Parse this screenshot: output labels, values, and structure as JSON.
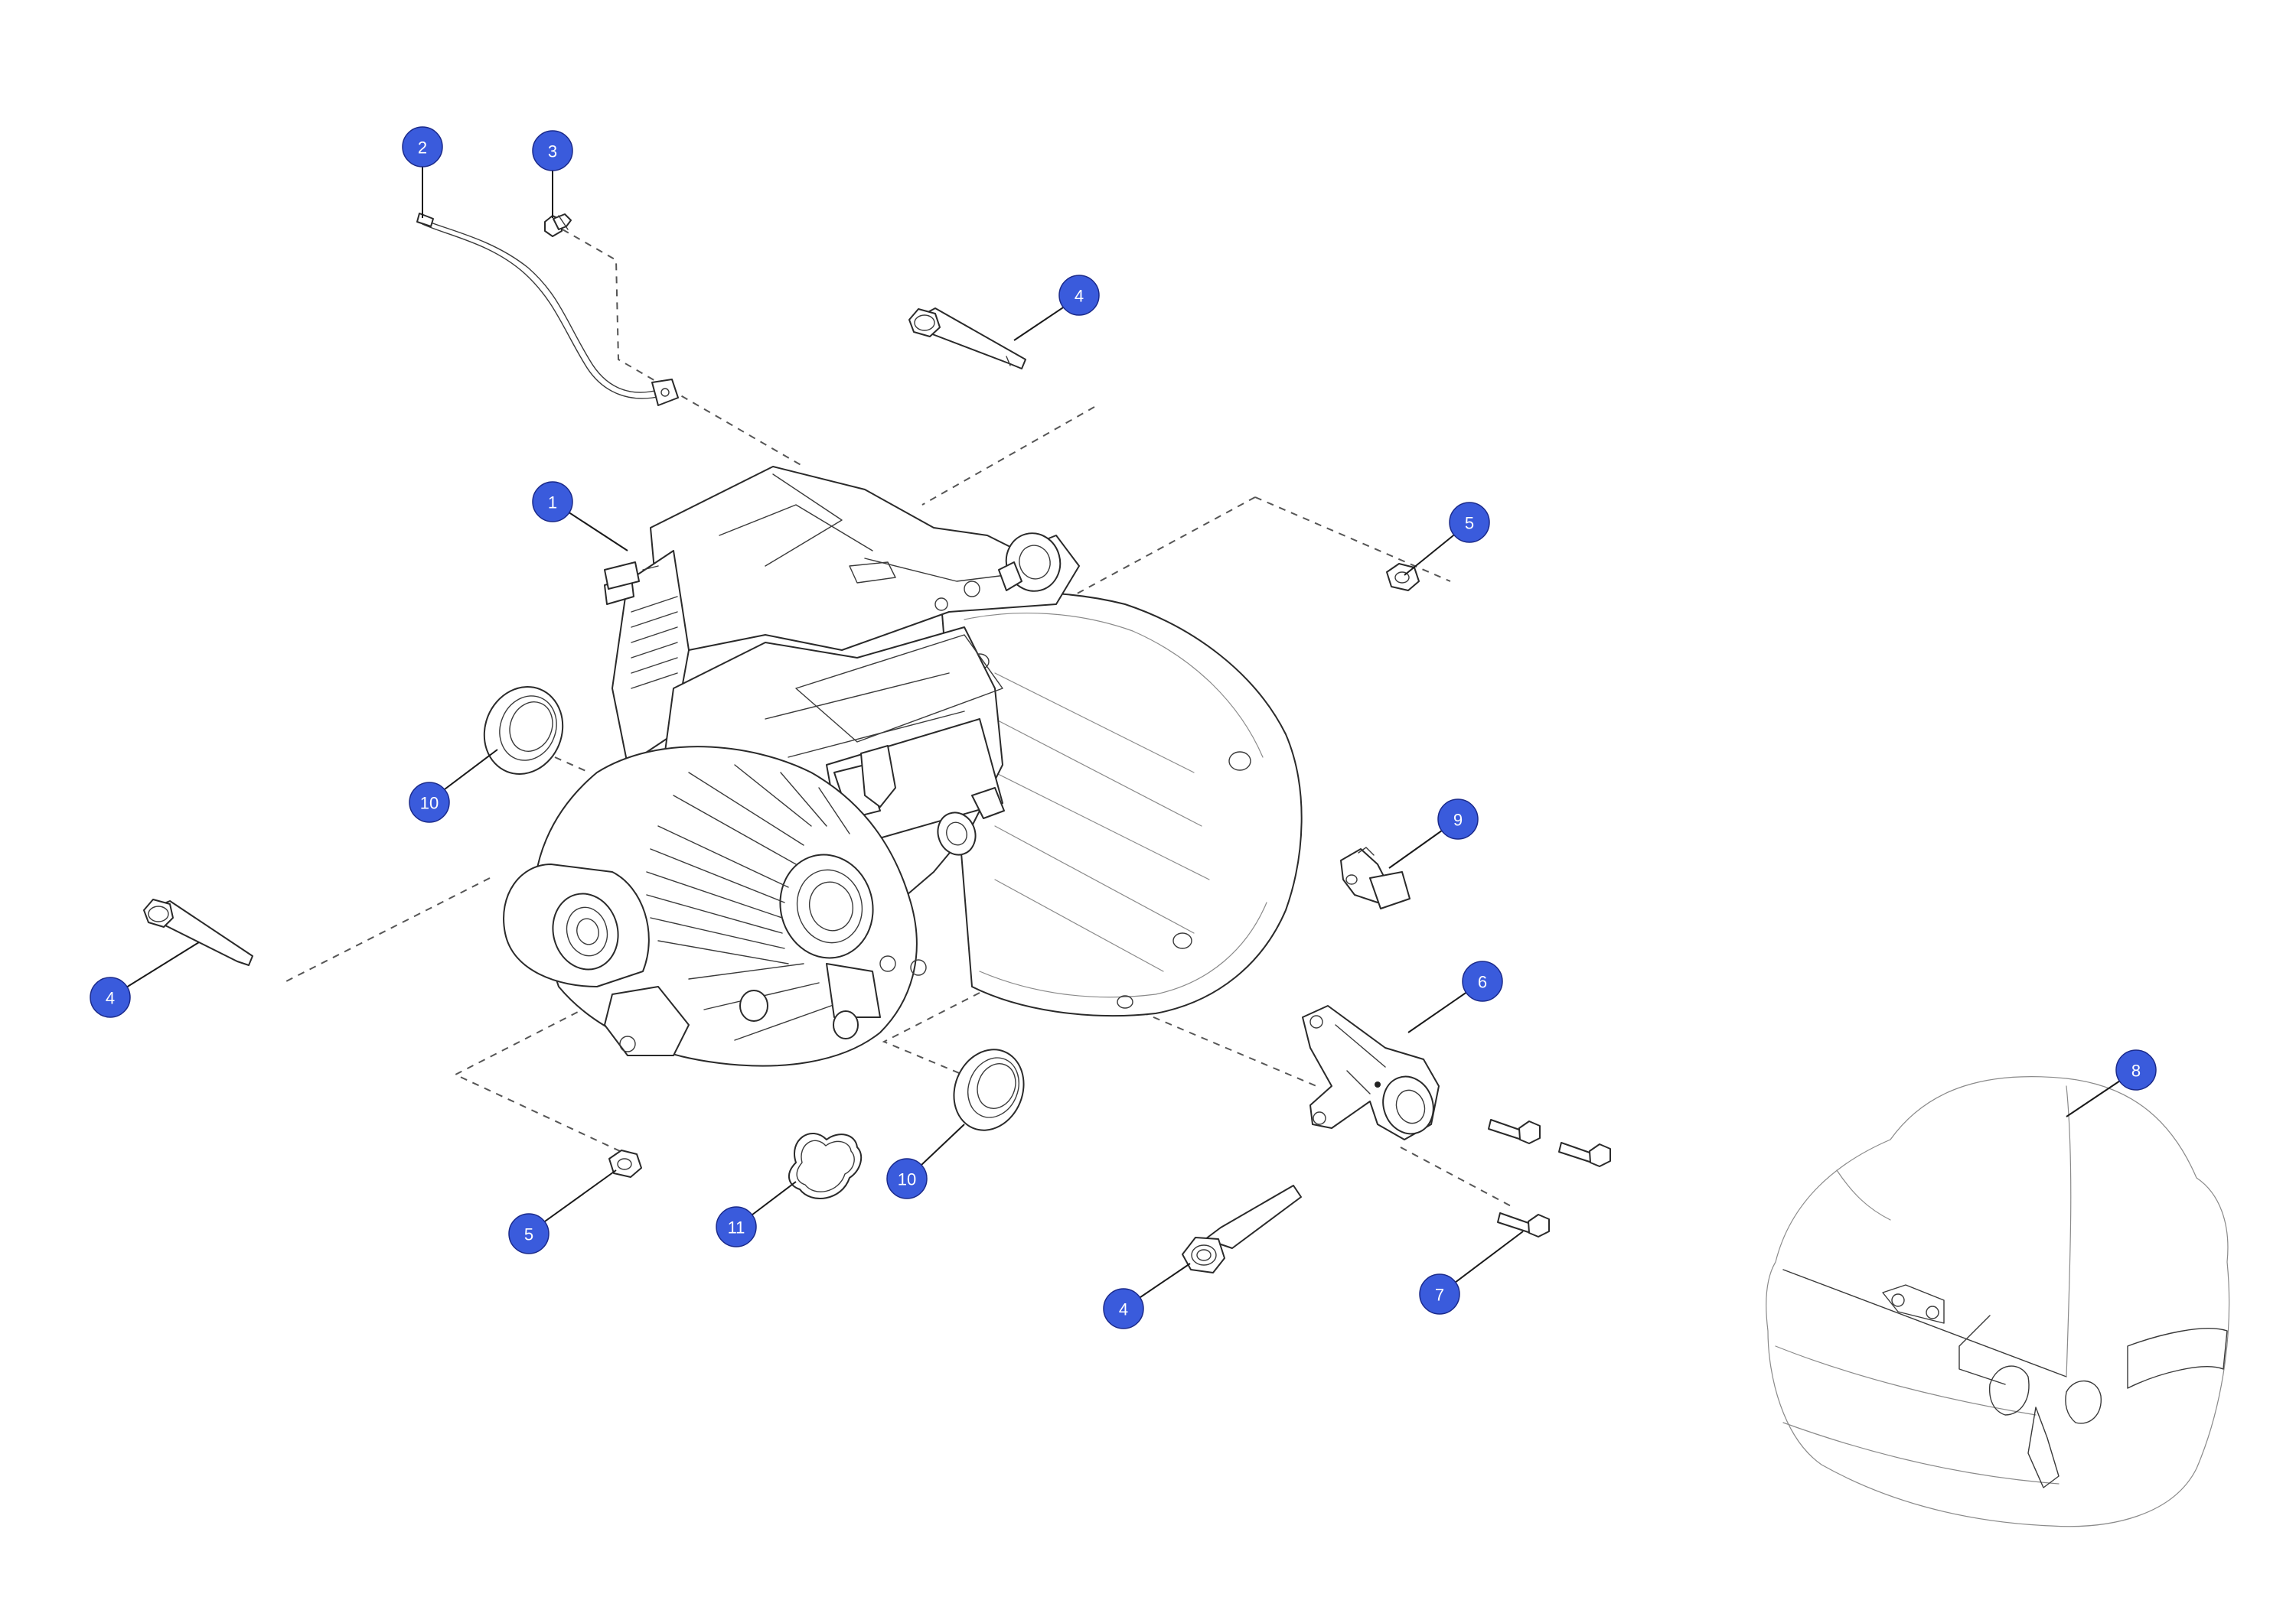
{
  "diagram": {
    "callout_color": "#3a5bdc",
    "callouts": [
      {
        "id": "c2",
        "label": "2"
      },
      {
        "id": "c3",
        "label": "3"
      },
      {
        "id": "c4a",
        "label": "4"
      },
      {
        "id": "c1",
        "label": "1"
      },
      {
        "id": "c5a",
        "label": "5"
      },
      {
        "id": "c10a",
        "label": "10"
      },
      {
        "id": "c9",
        "label": "9"
      },
      {
        "id": "c4b",
        "label": "4"
      },
      {
        "id": "c6",
        "label": "6"
      },
      {
        "id": "c8",
        "label": "8"
      },
      {
        "id": "c10b",
        "label": "10"
      },
      {
        "id": "c5b",
        "label": "5"
      },
      {
        "id": "c11",
        "label": "11"
      },
      {
        "id": "c7",
        "label": "7"
      },
      {
        "id": "c4c",
        "label": "4"
      }
    ]
  }
}
